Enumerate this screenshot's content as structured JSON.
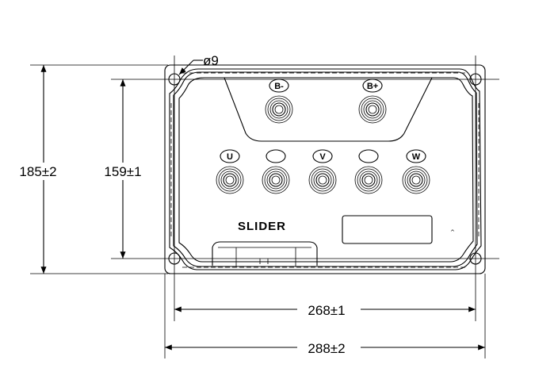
{
  "drawing": {
    "hole_callout": "ø9",
    "dimensions": {
      "outer_height": "185±2",
      "hole_height": "159±1",
      "hole_width": "268±1",
      "outer_width": "288±2"
    },
    "top_terminals": [
      "B-",
      "B+"
    ],
    "bottom_terminals": [
      "U",
      "",
      "V",
      "",
      "W"
    ],
    "brand_logo": "SLIDER",
    "small_mark": "^"
  }
}
